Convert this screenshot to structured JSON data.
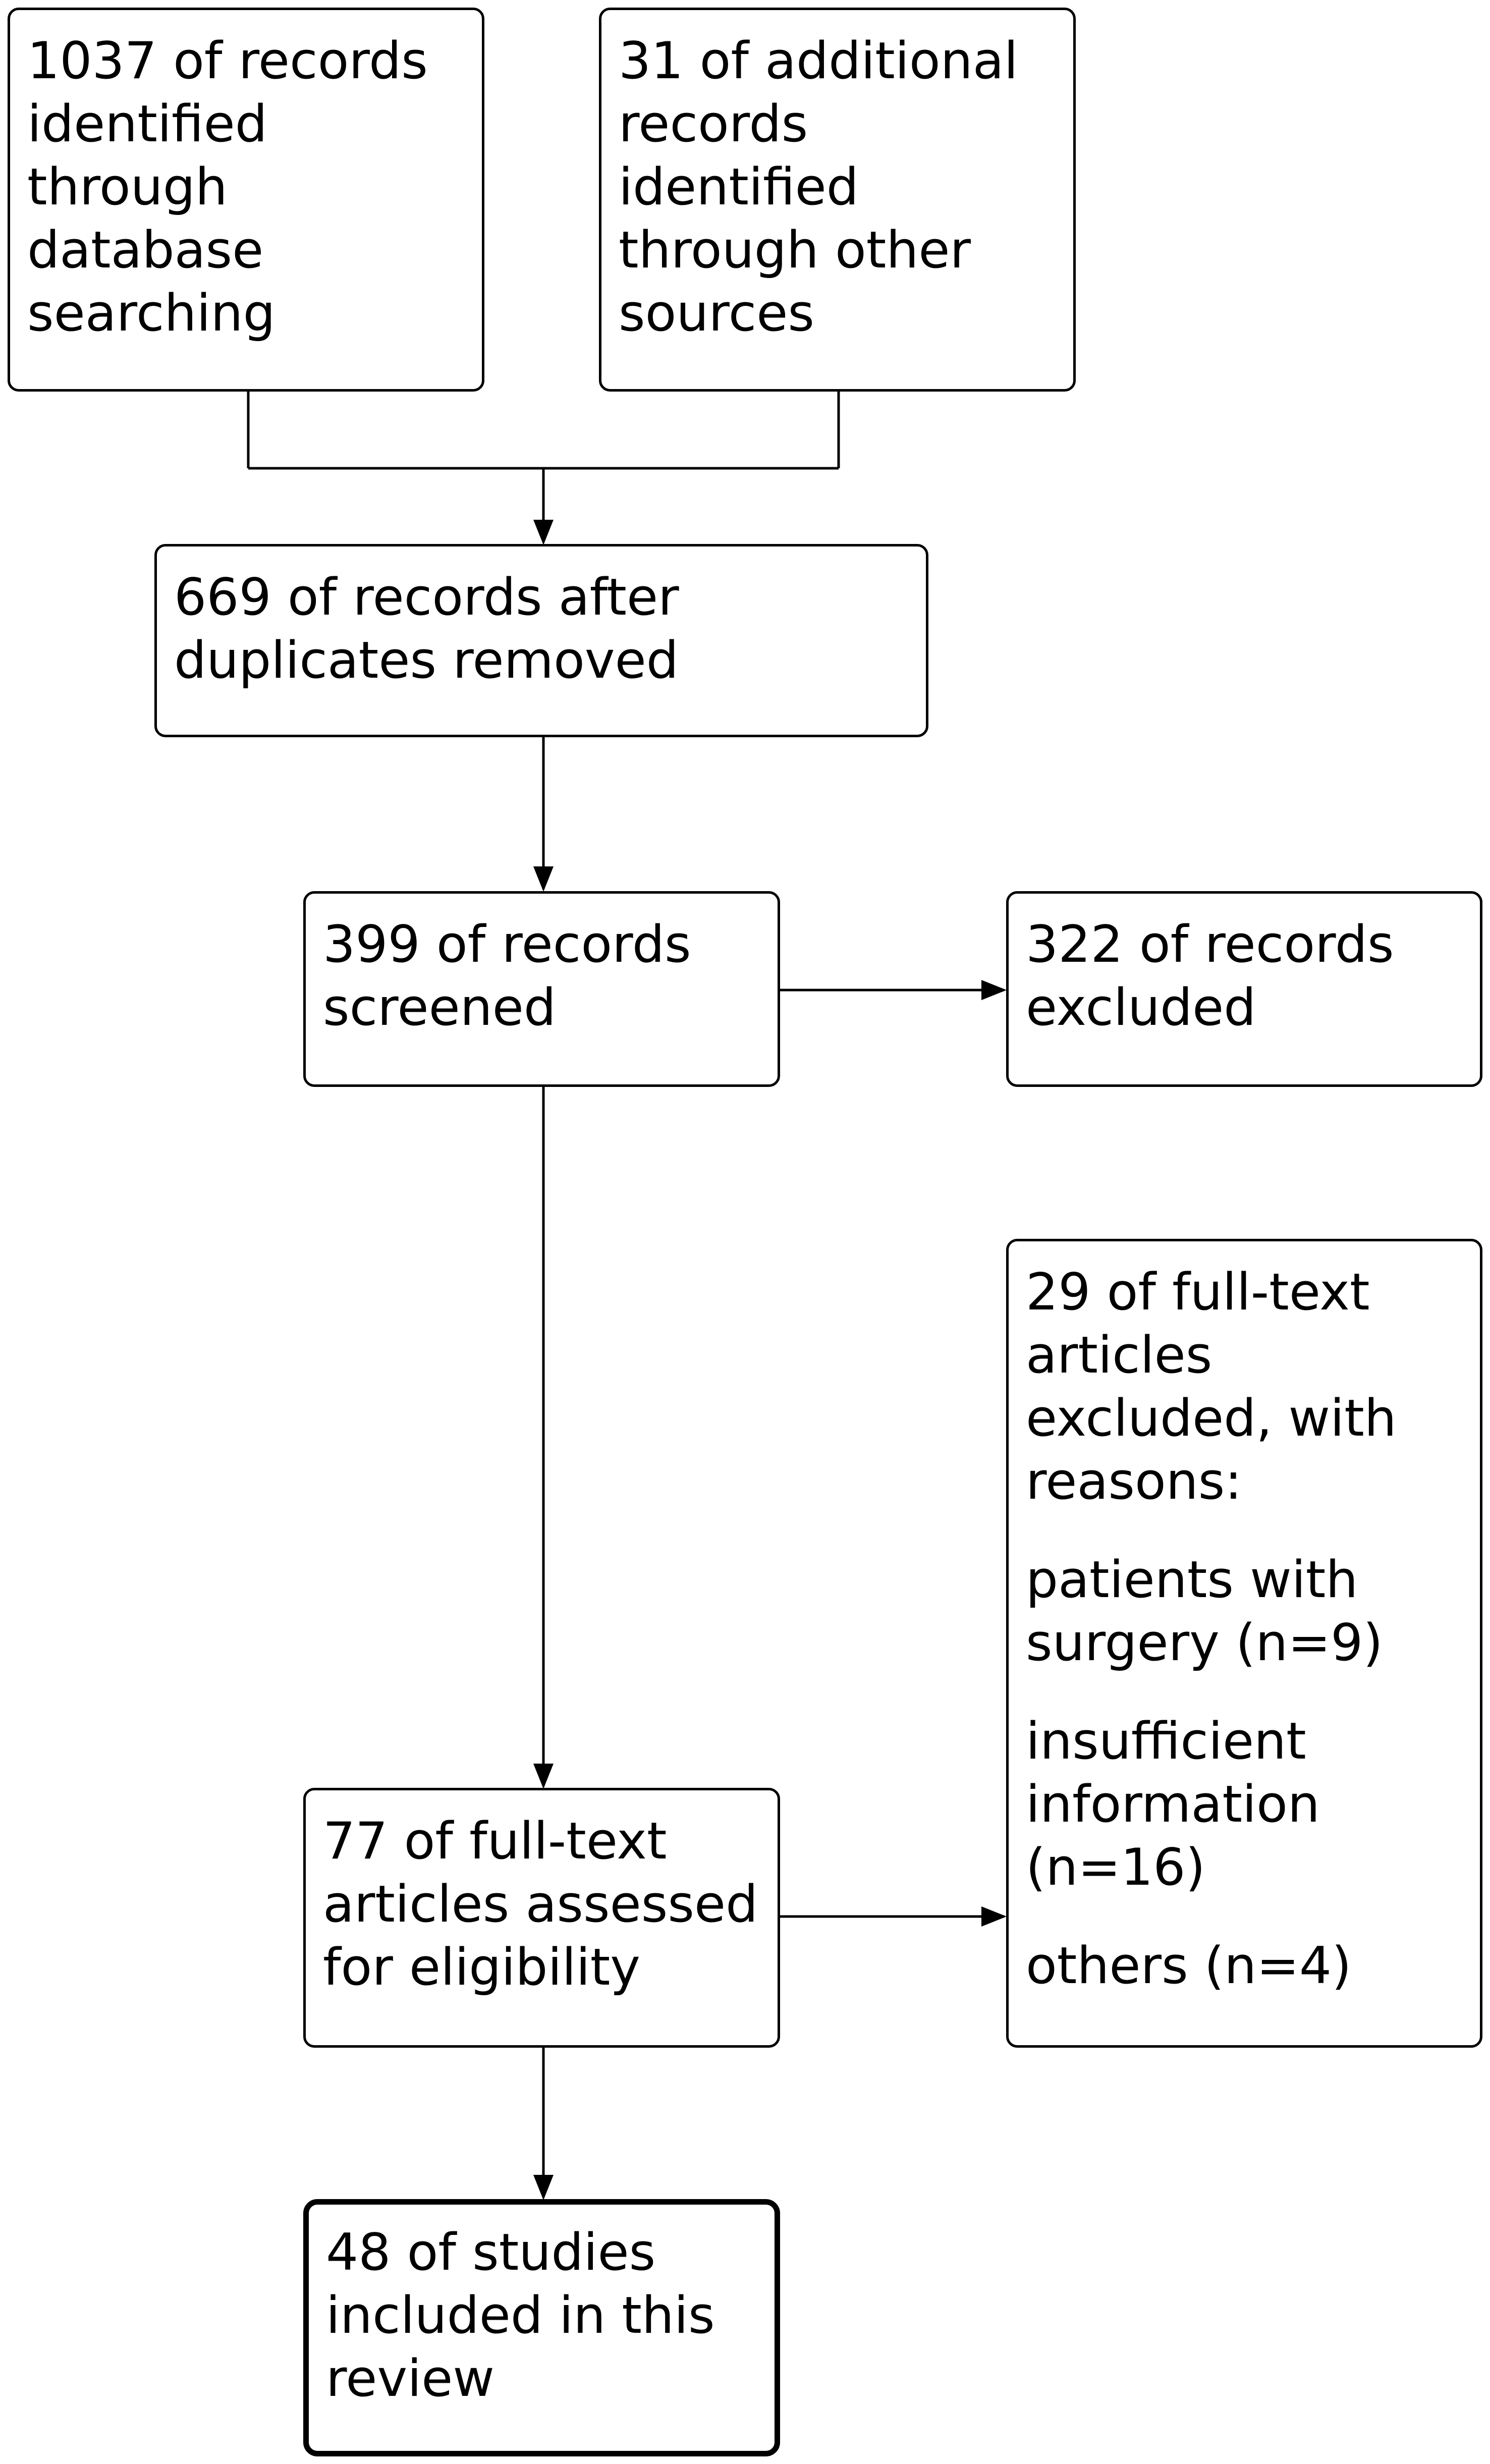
{
  "diagram": {
    "identification_database": {
      "lines": [
        "1037 of records",
        "identified",
        "through",
        "database",
        "searching"
      ]
    },
    "identification_other": {
      "lines": [
        "31 of additional",
        "records",
        "identified",
        "through other",
        "sources"
      ]
    },
    "duplicates_removed": {
      "lines": [
        "669 of records after",
        "duplicates removed"
      ]
    },
    "screened": {
      "lines": [
        "399 of records",
        "screened"
      ]
    },
    "excluded": {
      "lines": [
        "322 of records",
        "excluded"
      ]
    },
    "fulltext_excluded": {
      "header_lines": [
        "29 of full-text",
        "articles",
        "excluded, with",
        "reasons:"
      ],
      "reason_1_lines": [
        "patients with",
        "surgery (n=9)"
      ],
      "reason_2_lines": [
        "insufficient",
        "information",
        "(n=16)"
      ],
      "reason_3_lines": [
        "others (n=4)"
      ]
    },
    "eligibility": {
      "lines": [
        "77 of full-text",
        "articles assessed",
        "for eligibility"
      ]
    },
    "included": {
      "lines": [
        "48 of studies",
        "included in this",
        "review"
      ]
    }
  }
}
